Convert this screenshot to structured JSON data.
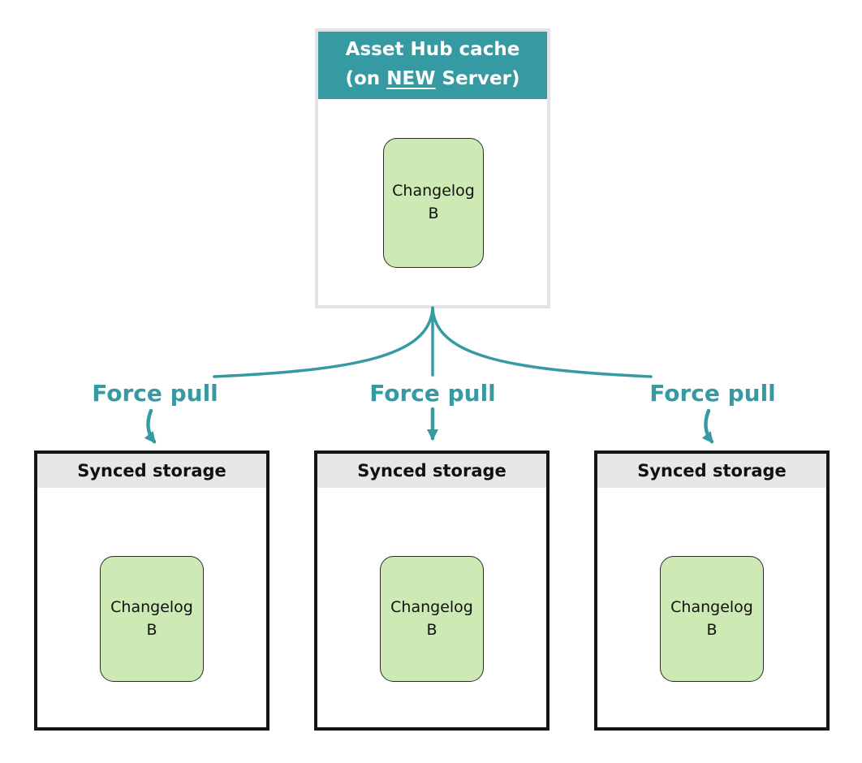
{
  "diagram": {
    "top_box": {
      "title_line1": "Asset Hub cache",
      "title_line2_prefix": "(on ",
      "title_line2_underlined": "NEW",
      "title_line2_suffix": " Server)",
      "item_label": "Changelog B"
    },
    "force_pull_labels": [
      {
        "label": "Force pull"
      },
      {
        "label": "Force pull"
      },
      {
        "label": "Force pull"
      }
    ],
    "storage_boxes": [
      {
        "title": "Synced storage",
        "item_label": "Changelog B"
      },
      {
        "title": "Synced storage",
        "item_label": "Changelog B"
      },
      {
        "title": "Synced storage",
        "item_label": "Changelog B"
      }
    ],
    "colors": {
      "teal_accent": "#359aa2",
      "changelog_green": "#cdeab5",
      "storage_header_gray": "#e7e7e7"
    }
  }
}
